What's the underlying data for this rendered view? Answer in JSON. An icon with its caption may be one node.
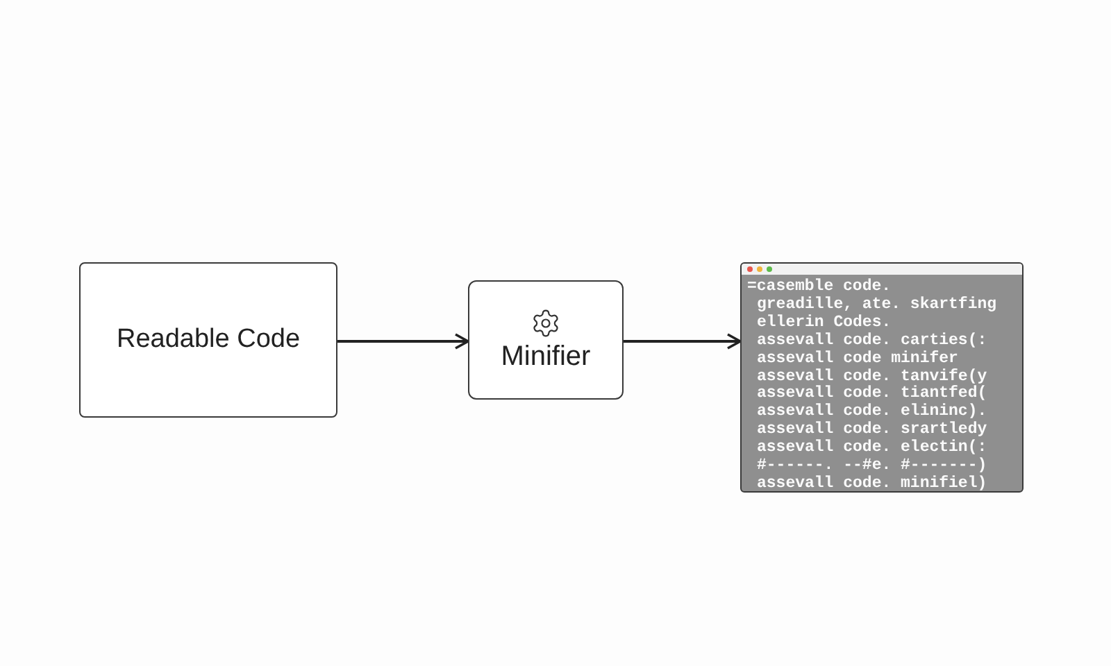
{
  "diagram": {
    "nodes": [
      {
        "text": [
          "Readable Code"
        ]
      },
      {
        "text": [
          "Minifier"
        ]
      },
      {
        "text": [
          "=casemble code.",
          "greadille, ate. skartfing",
          "ellerin Codes.",
          "assevall code. carties(:",
          "assevall code minifer",
          "assevall code. tanvife(y",
          "assevall code. tiantfed(",
          "assevall code. elininc).",
          "assevall code. srartledy",
          "assevall code. electin(:",
          "#------. --#e. #-------)",
          "assevall code. minifiel)"
        ]
      }
    ],
    "edges": [
      {
        "from": 0,
        "to": 1,
        "arrow": "to"
      },
      {
        "from": 1,
        "to": 2,
        "arrow": "to"
      }
    ]
  }
}
